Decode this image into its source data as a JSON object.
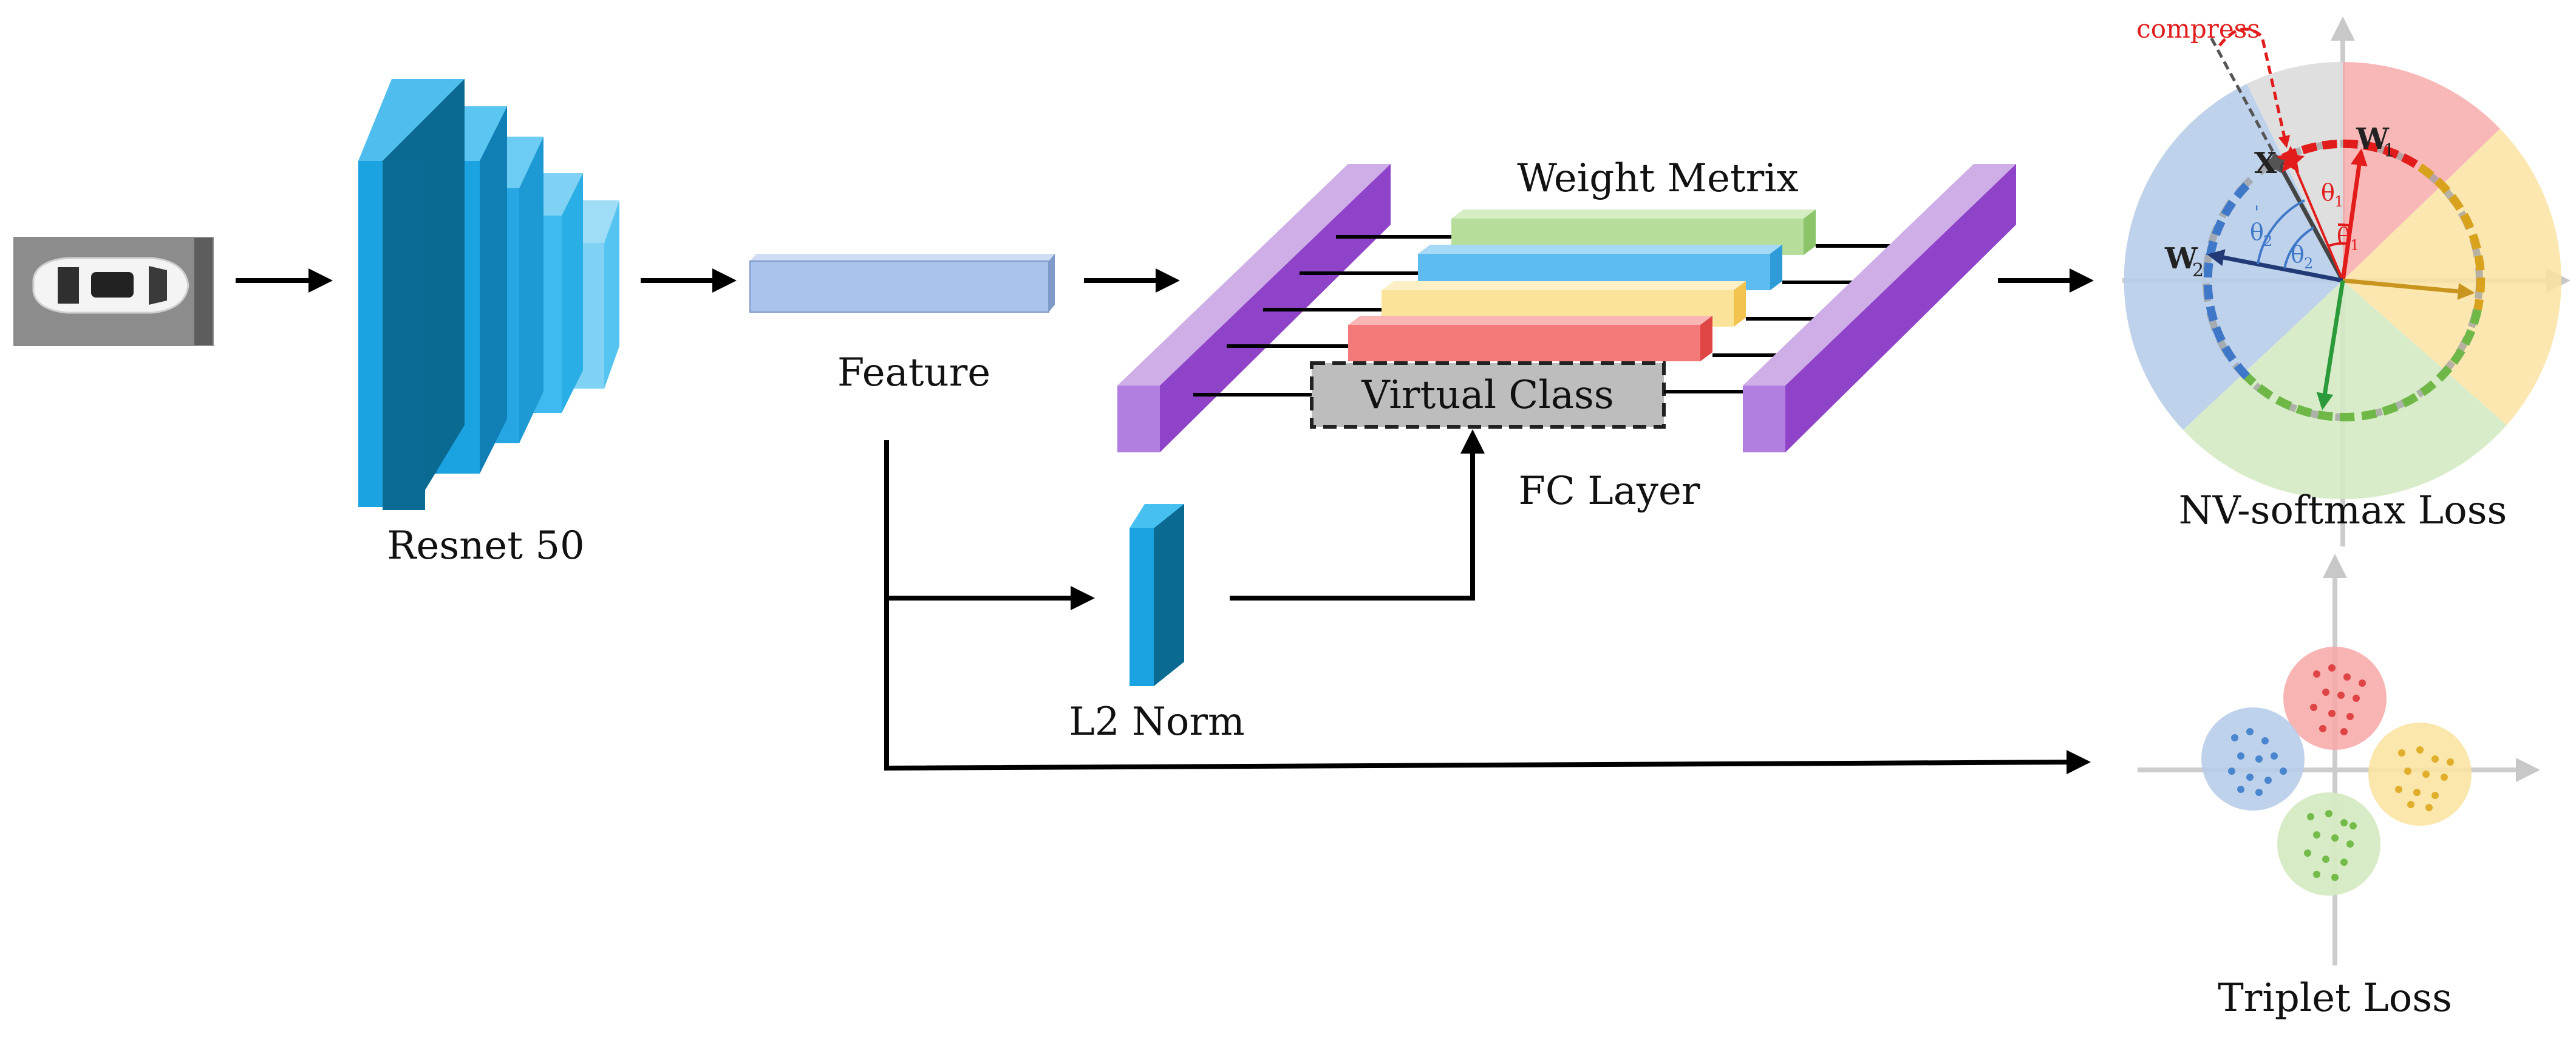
{
  "labels": {
    "resnet": "Resnet 50",
    "feature": "Feature",
    "weight_matrix": "Weight Metrix",
    "virtual_class": "Virtual Class",
    "fc_layer": "FC Layer",
    "l2_norm": "L2 Norm",
    "nv_softmax_loss": "NV-softmax Loss",
    "triplet_loss": "Triplet Loss",
    "compress": "compress"
  },
  "symbols": {
    "x": "X",
    "w1": "W",
    "w1_sub": "1",
    "w2": "W",
    "w2_sub": "2",
    "theta1_a": "θ",
    "theta1_a_sub": "1",
    "theta1_b": "θ",
    "theta1_b_sub": "1",
    "theta2": "θ",
    "theta2_sub": "2",
    "theta2_prime": "θ",
    "theta2_prime_sub": "2",
    "prime_mark": "'"
  },
  "colors": {
    "resnet_blue": "#1aa3e0",
    "resnet_dark": "#0a6a92",
    "feature_fill": "#a9c3ec",
    "fc_purple": "#9b59d0",
    "fc_purple_light": "#cfaee8",
    "class_green": "#b7dd9a",
    "class_blue": "#5dbdf0",
    "class_yellow": "#fbe49a",
    "class_red": "#f47a7a",
    "virtual_gray": "#bdbdbd",
    "accent_red": "#e21b1b",
    "accent_navy": "#223a75",
    "accent_orange": "#c8961e",
    "accent_green": "#2a9a3a"
  }
}
